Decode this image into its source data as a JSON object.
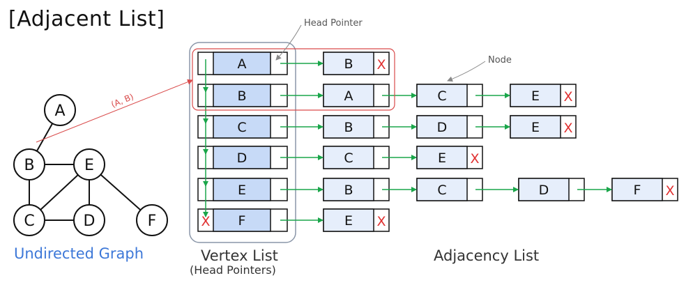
{
  "title": "[Adjacent List]",
  "annotations": {
    "head_pointer": "Head Pointer",
    "node": "Node",
    "edge": "(A, B)"
  },
  "graph": {
    "caption": "Undirected Graph",
    "vertices": [
      "A",
      "B",
      "C",
      "D",
      "E",
      "F"
    ],
    "edges": [
      [
        "A",
        "B"
      ],
      [
        "B",
        "E"
      ],
      [
        "B",
        "C"
      ],
      [
        "C",
        "D"
      ],
      [
        "C",
        "E"
      ],
      [
        "D",
        "E"
      ],
      [
        "E",
        "F"
      ]
    ]
  },
  "vertex_list": {
    "caption": "Vertex List",
    "subcaption": "(Head Pointers)",
    "items": [
      "A",
      "B",
      "C",
      "D",
      "E",
      "F"
    ],
    "terminator": "X"
  },
  "adjacency_list": {
    "caption": "Adjacency List",
    "rows": [
      [
        "B"
      ],
      [
        "A",
        "C",
        "E"
      ],
      [
        "B",
        "D",
        "E"
      ],
      [
        "C",
        "E"
      ],
      [
        "B",
        "C",
        "D",
        "F"
      ],
      [
        "E"
      ]
    ],
    "terminator": "X"
  },
  "colors": {
    "vertex_fill": "#c7daf7",
    "node_fill": "#e6eefb",
    "arrow": "#1aa64a",
    "terminator": "#e03030",
    "highlight": "#d94a4a",
    "group_border": "#8a96a8",
    "caption_blue": "#3d78d8"
  }
}
